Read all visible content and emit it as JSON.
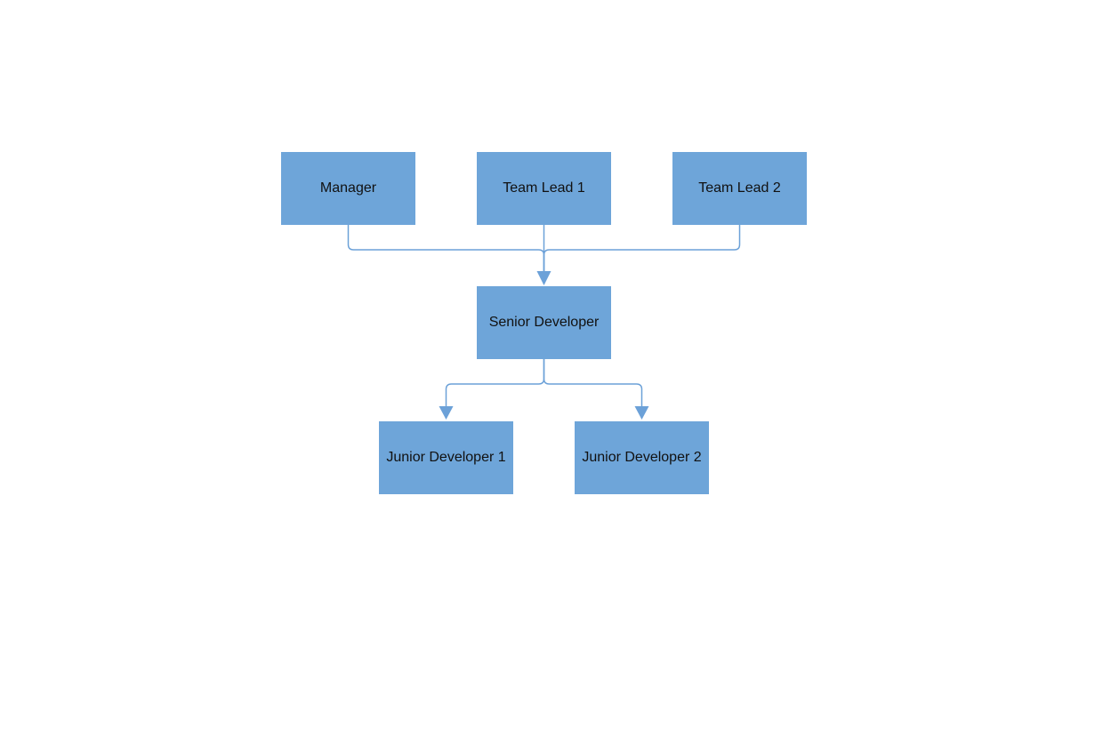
{
  "diagram": {
    "nodes": {
      "manager": "Manager",
      "team_lead_1": "Team Lead 1",
      "team_lead_2": "Team Lead 2",
      "senior_developer": "Senior Developer",
      "junior_developer_1": "Junior Developer 1",
      "junior_developer_2": "Junior Developer 2"
    },
    "edges": [
      {
        "from": "manager",
        "to": "senior_developer"
      },
      {
        "from": "team_lead_1",
        "to": "senior_developer"
      },
      {
        "from": "team_lead_2",
        "to": "senior_developer"
      },
      {
        "from": "senior_developer",
        "to": "junior_developer_1"
      },
      {
        "from": "senior_developer",
        "to": "junior_developer_2"
      }
    ],
    "colors": {
      "node_fill": "#6ea5d9",
      "connector": "#6ca1d8",
      "label_text": "#111111"
    }
  }
}
